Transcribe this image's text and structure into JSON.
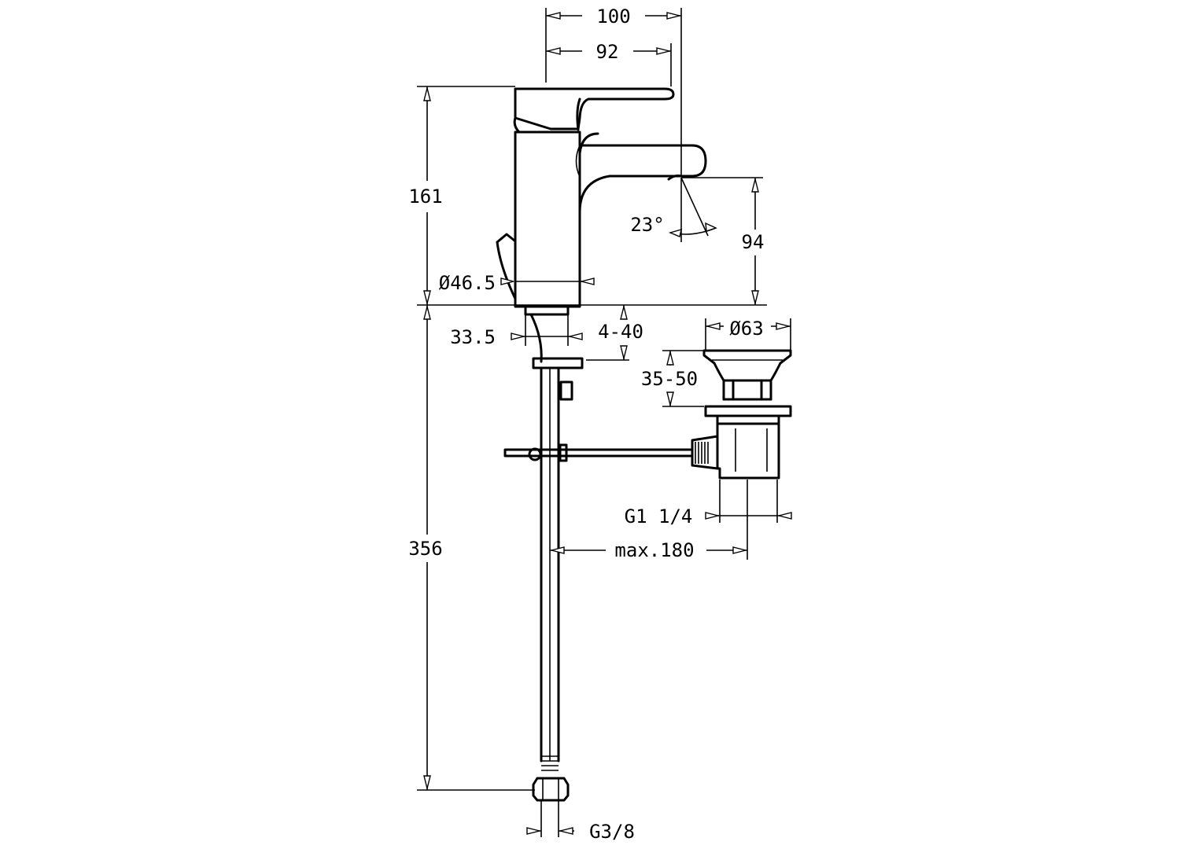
{
  "drawing": {
    "subject": "Single-lever basin mixer with pop-up waste",
    "dimensions": {
      "overall_reach": "100",
      "spout_reach": "92",
      "height_total": "161",
      "spout_height": "94",
      "spout_angle": "23°",
      "body_diameter": "Ø46.5",
      "tap_hole": "33.5",
      "deck_thickness": "4-40",
      "waste_diameter": "Ø63",
      "waste_depth": "35-50",
      "waste_thread": "G1 1/4",
      "waste_distance": "max.180",
      "hose_length": "356",
      "hose_connection": "G3/8"
    }
  }
}
